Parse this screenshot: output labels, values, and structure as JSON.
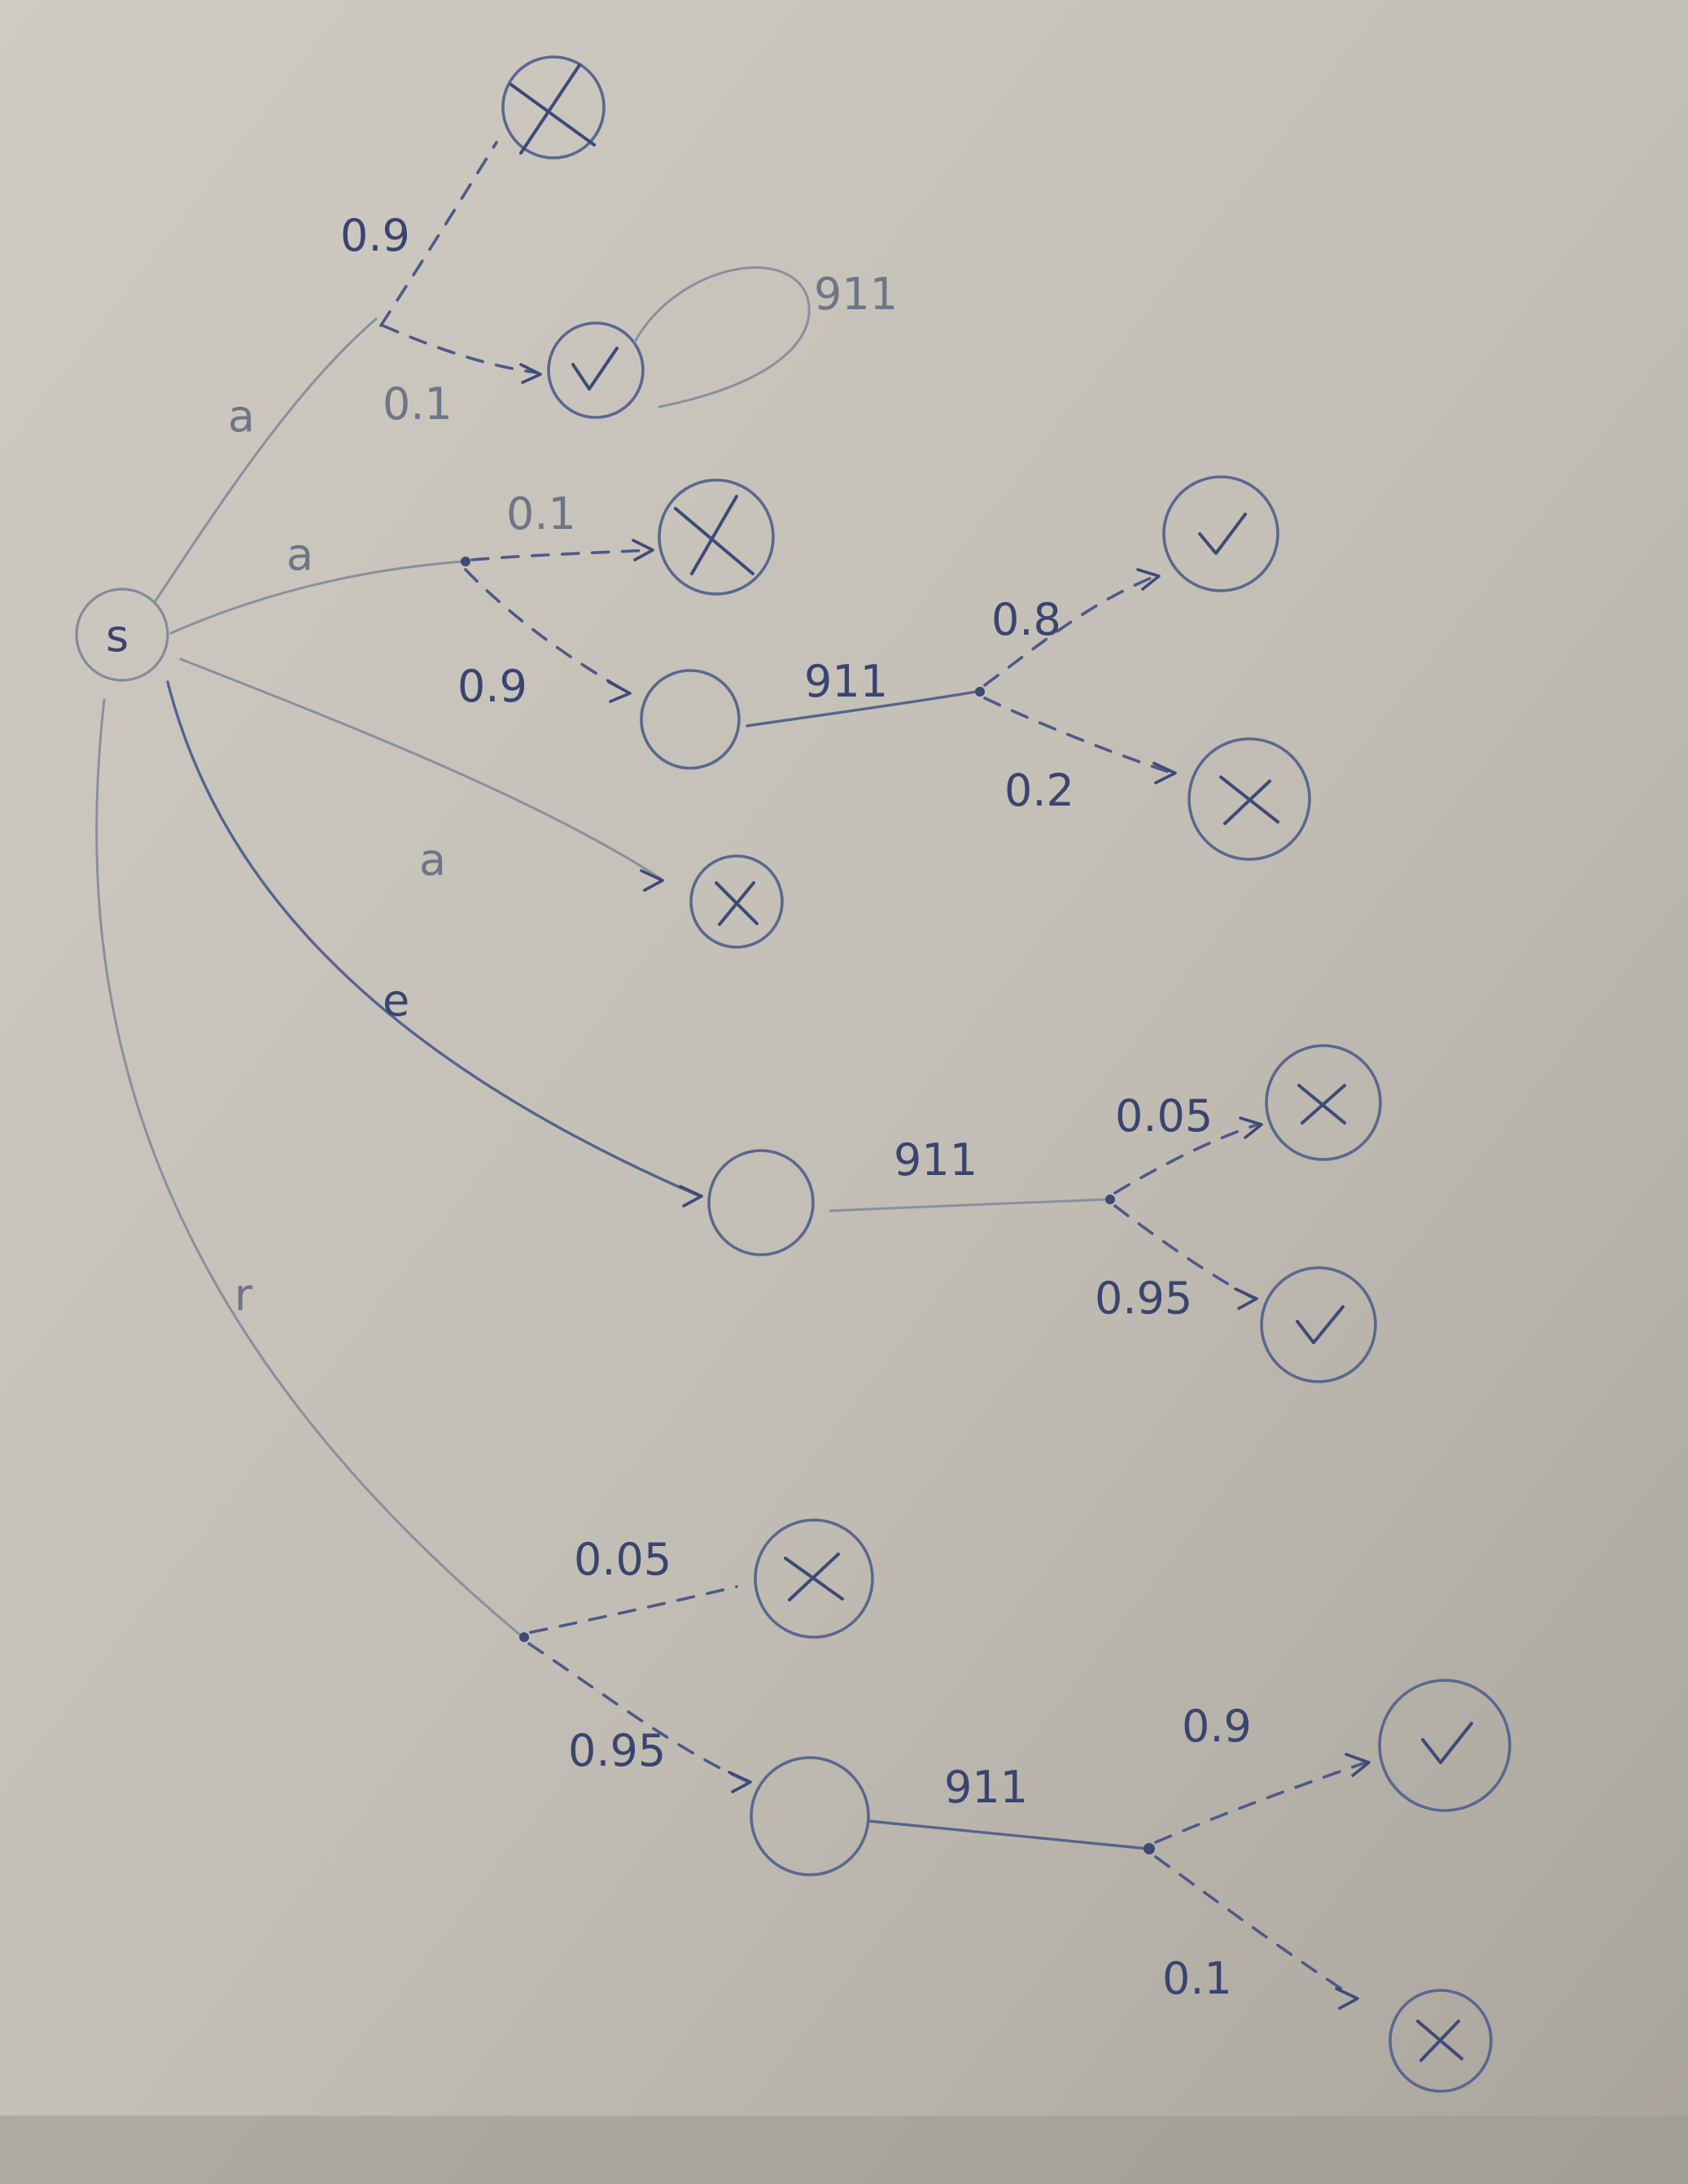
{
  "diagram": {
    "source_node": {
      "label": "s"
    },
    "actions": {
      "a1": "a",
      "a2": "a",
      "a3": "a",
      "e": "e",
      "r": "r"
    },
    "probabilities": {
      "a1_fail": "0.9",
      "a1_success": "0.1",
      "a2_fail": "0.1",
      "a2_next": "0.9",
      "a2_next_success": "0.8",
      "a2_next_fail": "0.2",
      "e_fail": "0.05",
      "e_success": "0.95",
      "r_fail": "0.05",
      "r_next": "0.95",
      "r_next_success": "0.9",
      "r_next_fail": "0.1"
    },
    "transition_labels": {
      "loop": "911",
      "a2_chain": "911",
      "e_chain": "911",
      "r_chain": "911"
    },
    "outcome_symbols": {
      "success": "✓",
      "failure": "✗"
    }
  }
}
